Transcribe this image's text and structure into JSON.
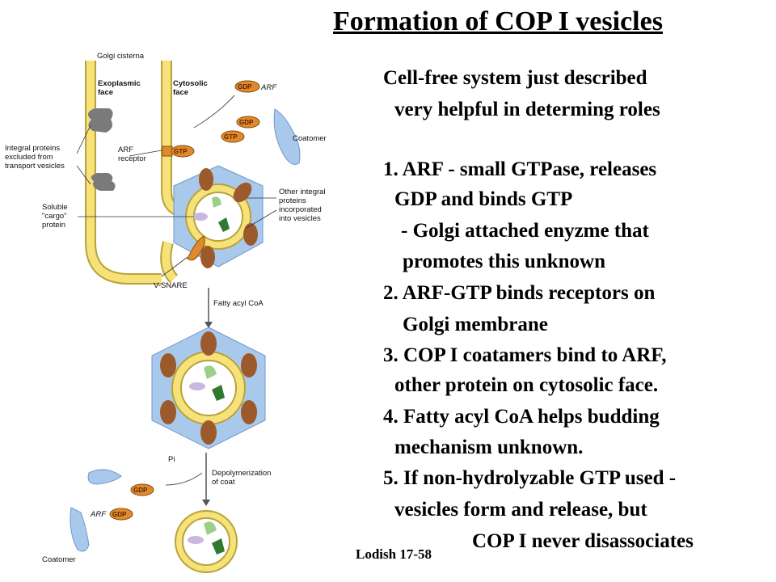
{
  "slide": {
    "title": "Formation of COP I vesicles",
    "lines": [
      "Cell-free system just described",
      "very helpful in determing roles",
      "1. ARF - small GTPase, releases",
      "GDP and binds GTP",
      "- Golgi attached enyzme that",
      "promotes this unknown",
      "2.  ARF-GTP binds receptors on",
      "Golgi membrane",
      "3. COP I coatamers bind to ARF,",
      "other protein on cytosolic face.",
      "4. Fatty acyl CoA helps budding",
      "mechanism unknown.",
      "5. If non-hydrolyzable GTP used -",
      "vesicles form and release, but",
      "COP I never disassociates"
    ],
    "citation": "Lodish 17-58"
  },
  "diagram": {
    "labels": {
      "golgi_cisterna": "Golgi cisterna",
      "exoplasmic": [
        "Exoplasmic",
        "face"
      ],
      "cytosolic": [
        "Cytosolic",
        "face"
      ],
      "arf": "ARF",
      "gdp": "GDP",
      "gtp": "GTP",
      "coatomer": "Coatomer",
      "integral": [
        "Integral proteins",
        "excluded from",
        "transport vesicles"
      ],
      "arf_receptor": [
        "ARF",
        "receptor"
      ],
      "soluble_cargo": [
        "Soluble",
        "\"cargo\"",
        "protein"
      ],
      "other_integral": [
        "Other integral",
        "proteins",
        "incorporated",
        "into vesicles"
      ],
      "v_snare": "V-SNARE",
      "fatty_acyl": "Fatty acyl CoA",
      "pi": "Pi",
      "depolymerization": [
        "Depolymerization",
        "of coat"
      ]
    },
    "colors": {
      "membrane": "#f7e27a",
      "membrane_edge": "#b8a23a",
      "coat": "#a9c9ec",
      "coat_edge": "#6f98c6",
      "brown": "#9c5a2c",
      "orange": "#e08a2c",
      "green": "#2f7a2f",
      "light_green": "#9bd08a",
      "lavender": "#c8b8e0",
      "gray": "#7a7a7a"
    }
  }
}
